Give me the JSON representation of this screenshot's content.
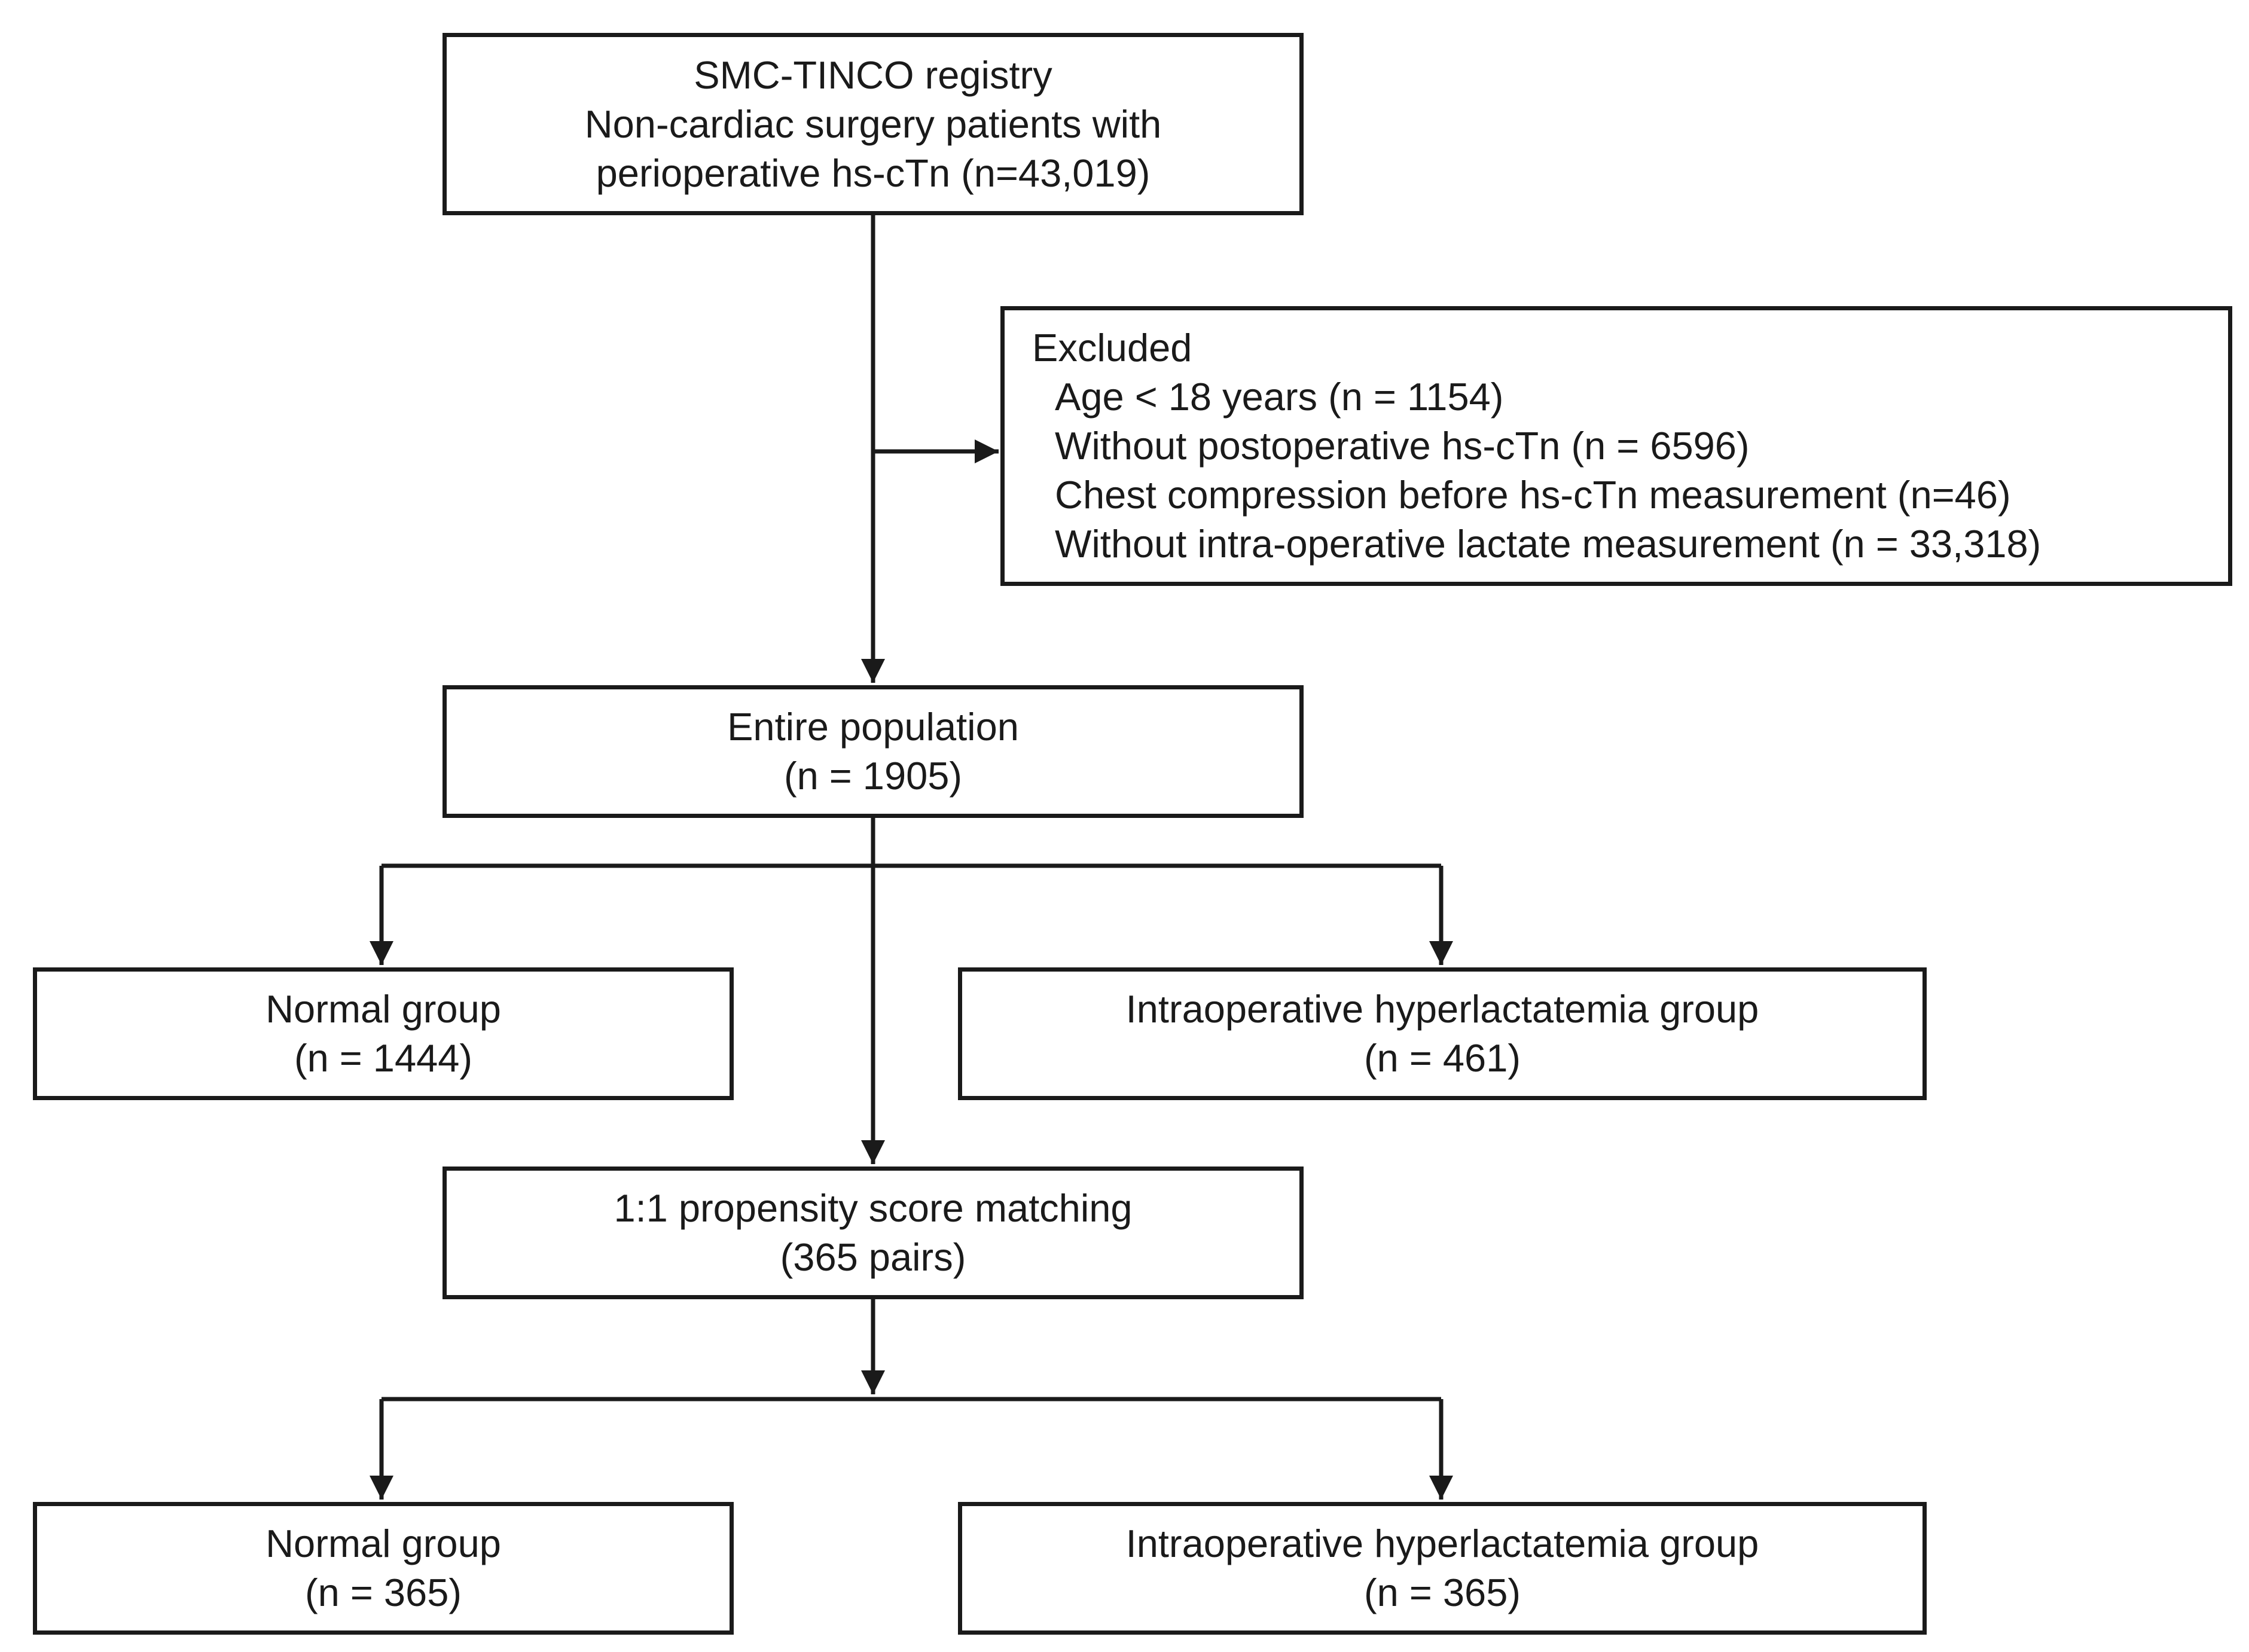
{
  "nodes": {
    "registry": {
      "lines": [
        "SMC-TINCO registry",
        "Non-cardiac surgery patients with",
        "perioperative hs-cTn (n=43,019)"
      ]
    },
    "excluded": {
      "heading": "Excluded",
      "items": [
        "Age < 18 years (n = 1154)",
        "Without postoperative hs-cTn (n = 6596)",
        "Chest compression before hs-cTn measurement (n=46)",
        "Without intra-operative lactate measurement (n = 33,318)"
      ]
    },
    "entire": {
      "lines": [
        "Entire population",
        "(n = 1905)"
      ]
    },
    "normal_1": {
      "lines": [
        "Normal group",
        "(n = 1444)"
      ]
    },
    "hyper_1": {
      "lines": [
        "Intraoperative hyperlactatemia group",
        "(n = 461)"
      ]
    },
    "psm": {
      "lines": [
        "1:1 propensity score matching",
        "(365 pairs)"
      ]
    },
    "normal_2": {
      "lines": [
        "Normal group",
        "(n = 365)"
      ]
    },
    "hyper_2": {
      "lines": [
        "Intraoperative hyperlactatemia group",
        "(n = 365)"
      ]
    }
  },
  "colors": {
    "stroke": "#1a1a1a",
    "fill": "#ffffff"
  }
}
